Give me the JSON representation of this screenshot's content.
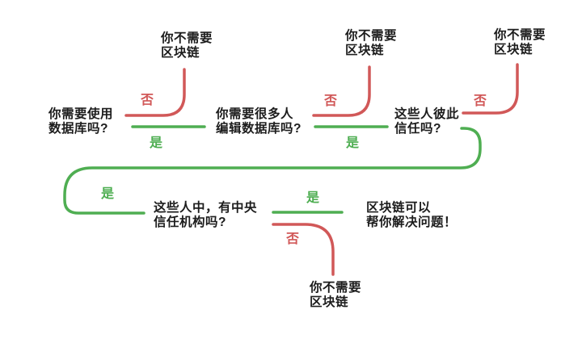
{
  "colors": {
    "yes_green": "#4fae52",
    "no_red": "#d15858",
    "text": "#1c1c1c",
    "background": "#ffffff"
  },
  "edge_labels": {
    "yes": "是",
    "no": "否"
  },
  "questions": {
    "need_database": "你需要使用\n数据库吗?",
    "many_editors": "你需要很多人\n编辑数据库吗?",
    "mutual_trust": "这些人彼此\n信任吗?",
    "central_authority": "这些人中，有中央\n信任机构吗?"
  },
  "outcomes": {
    "no_blockchain": "你不需要\n区块链",
    "blockchain_helps": "区块链可以\n帮你解决问题！"
  }
}
